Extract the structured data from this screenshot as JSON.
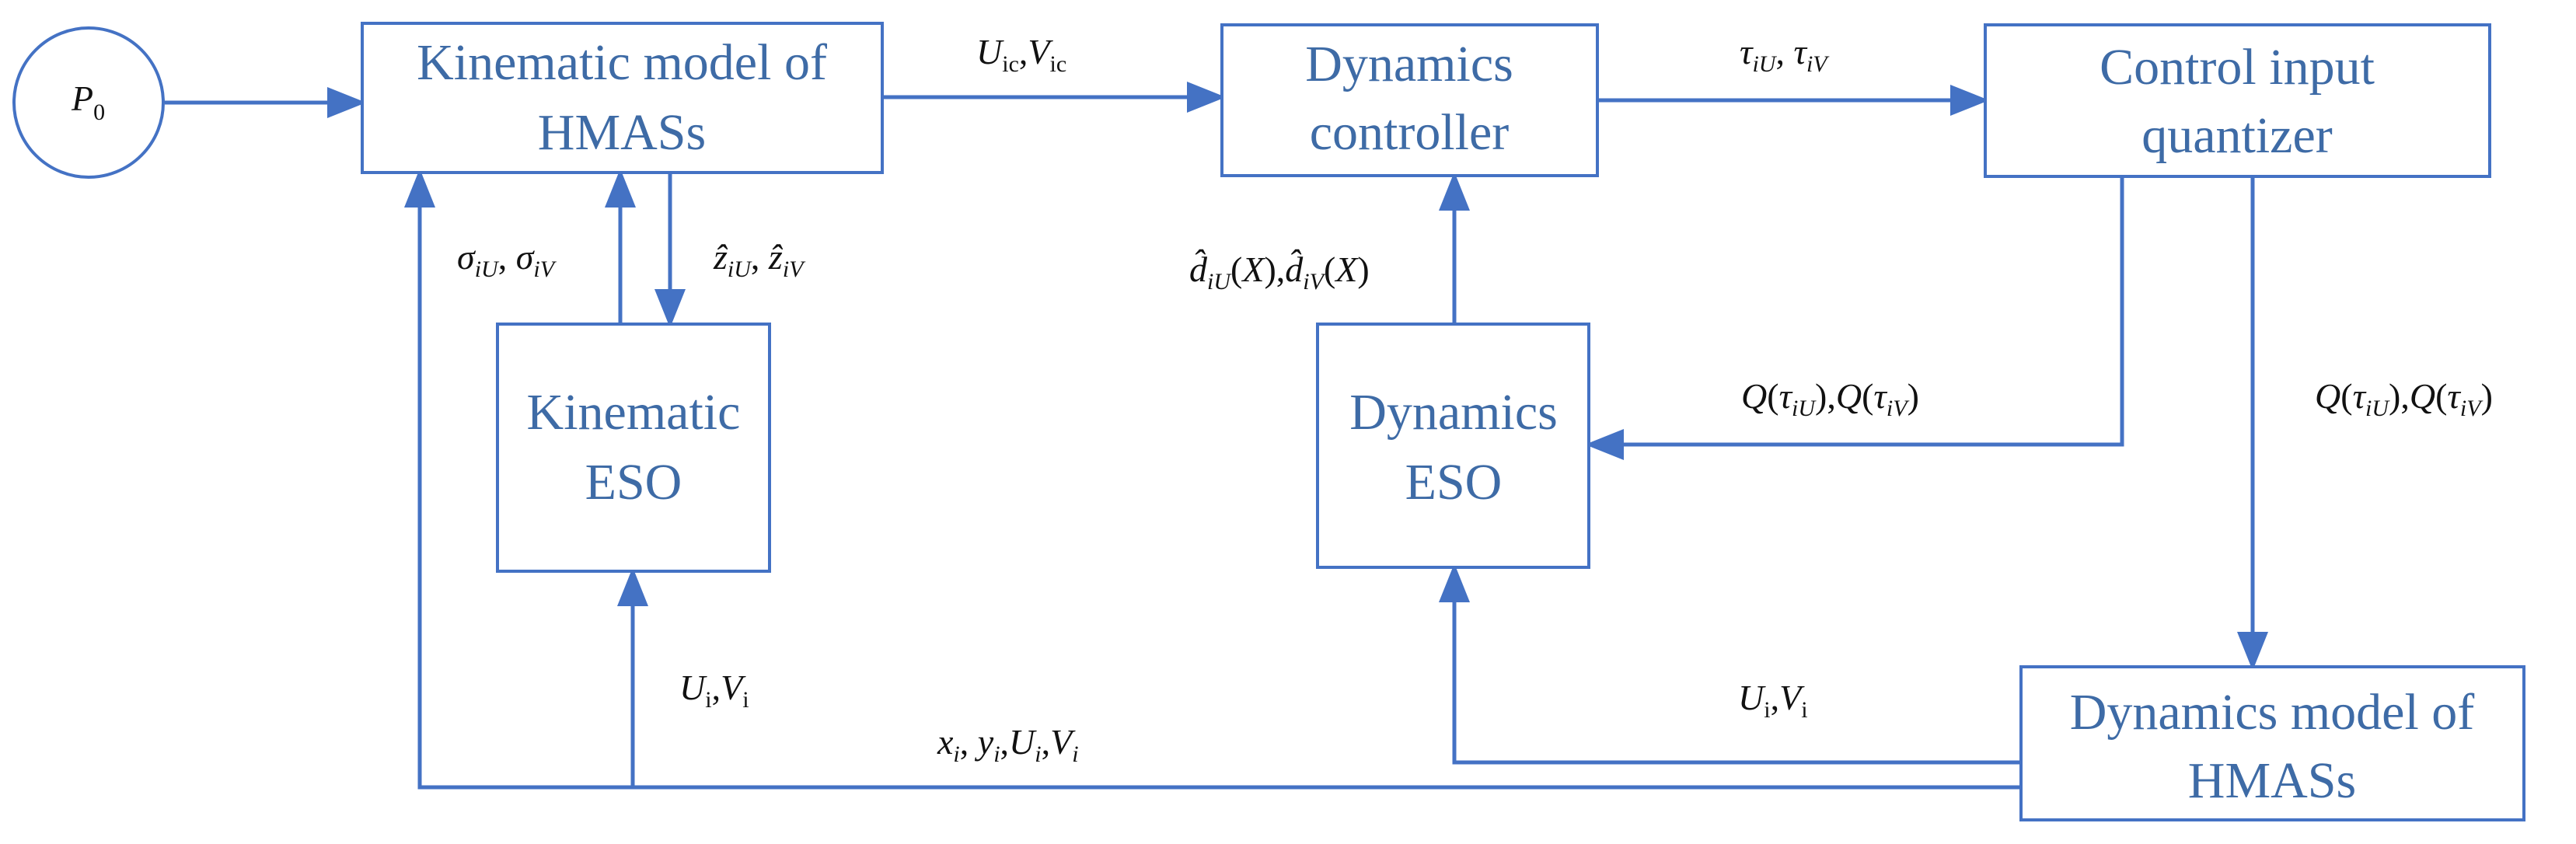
{
  "nodes": {
    "p0": {
      "symbol": "P",
      "subscript": "0"
    },
    "kinematic_model": {
      "line1": "Kinematic model of",
      "line2": "HMASs"
    },
    "dynamics_controller": {
      "line1": "Dynamics",
      "line2": "controller"
    },
    "control_input_quantizer": {
      "line1": "Control input",
      "line2": "quantizer"
    },
    "kinematic_eso": {
      "line1": "Kinematic",
      "line2": "ESO"
    },
    "dynamics_eso": {
      "line1": "Dynamics",
      "line2": "ESO"
    },
    "dynamics_model": {
      "line1": "Dynamics model of",
      "line2": "HMASs"
    }
  },
  "signals": {
    "u_ic_v_ic": "U_ic, V_ic",
    "tau_iu_tau_iv": "τ_iU, τ_iV",
    "sigma": "σ_iU, σ_iV",
    "z_hat": "ẑ_iU, ẑ_iV",
    "d_hat": "d̂_iU(X), d̂_iV(X)",
    "q_to_eso": "Q(τ_iU), Q(τ_iV)",
    "q_to_model": "Q(τ_iU), Q(τ_iV)",
    "ui_vi_kinematic": "U_i, V_i",
    "ui_vi_dynamics": "U_i, V_i",
    "states": "x_i, y_i, U_i, V_i"
  },
  "colors": {
    "box_stroke": "#4472C4",
    "box_text": "#3E6BA6",
    "wire": "#4472C4",
    "label_text": "#111111"
  }
}
